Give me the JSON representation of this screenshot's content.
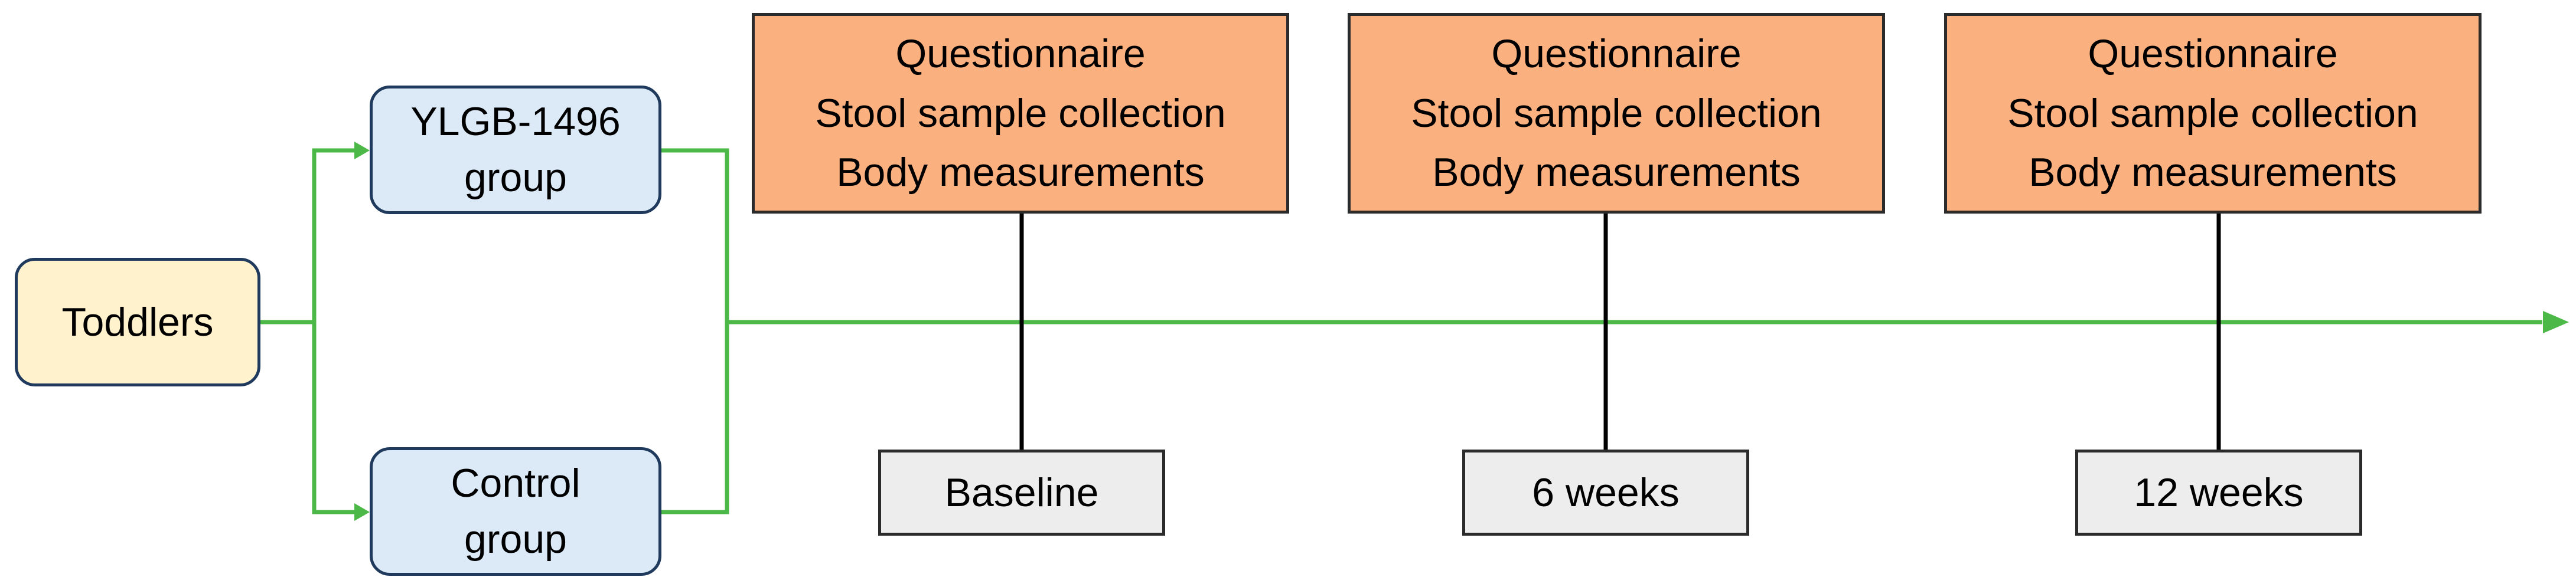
{
  "start": {
    "label": "Toddlers"
  },
  "groups": [
    {
      "line1": "YLGB-1496",
      "line2": "group"
    },
    {
      "line1": "Control",
      "line2": "group"
    }
  ],
  "activities": [
    {
      "lines": [
        "Questionnaire",
        "Stool sample collection",
        "Body measurements"
      ]
    },
    {
      "lines": [
        "Questionnaire",
        "Stool sample collection",
        "Body measurements"
      ]
    },
    {
      "lines": [
        "Questionnaire",
        "Stool sample collection",
        "Body measurements"
      ]
    }
  ],
  "timepoints": [
    "Baseline",
    "6 weeks",
    "12 weeks"
  ],
  "colors": {
    "arrow": "#4cb848",
    "connector": "#000000",
    "toddlers_fill": "#fff2cc",
    "group_fill": "#dbeaf6",
    "activity_fill": "#fbb07f",
    "timepoint_fill": "#ededed"
  }
}
